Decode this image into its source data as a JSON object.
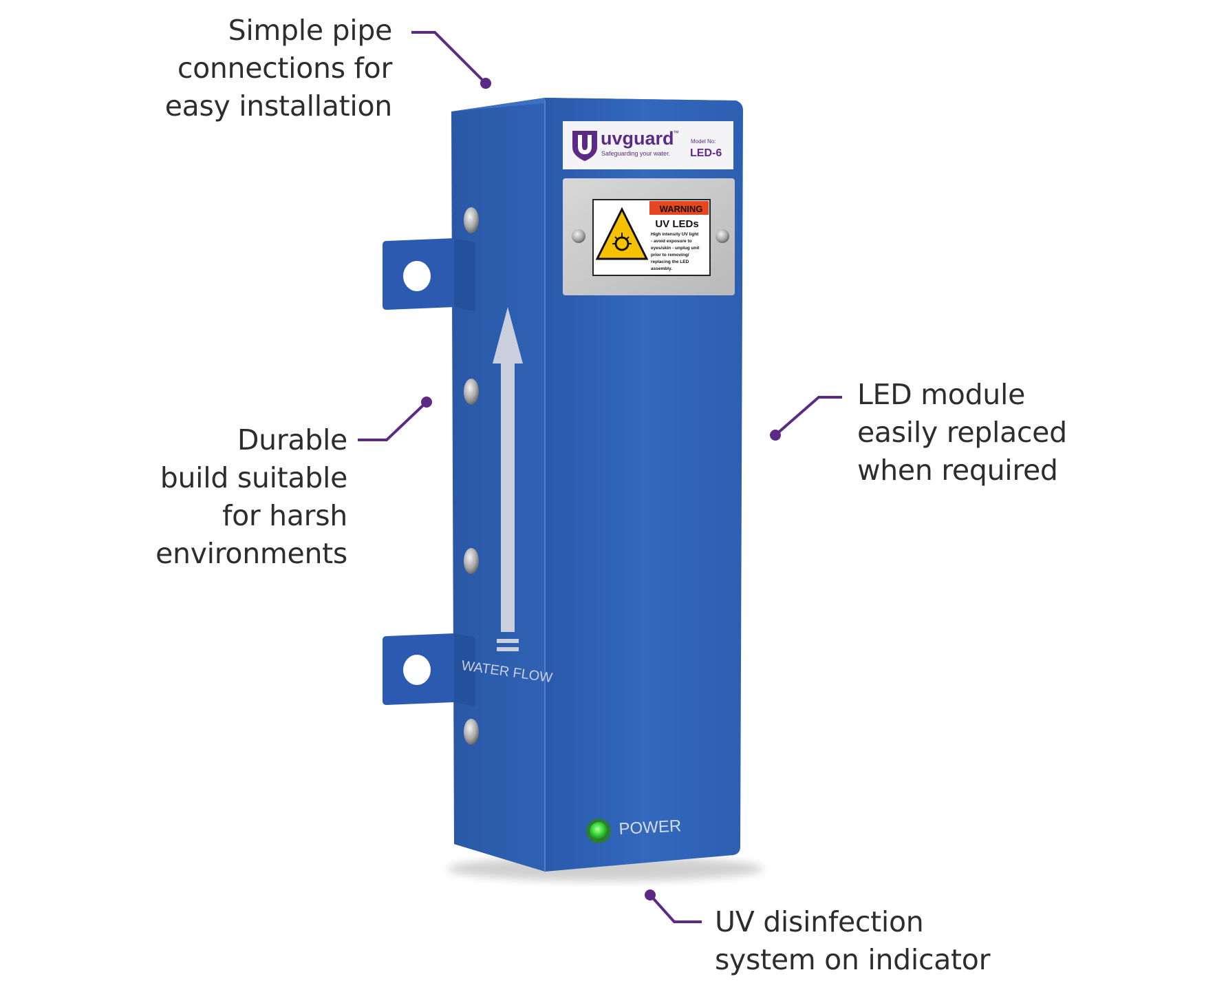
{
  "callouts": {
    "pipe": {
      "lines": [
        "Simple pipe",
        "connections for",
        "easy installation"
      ]
    },
    "durable": {
      "lines": [
        "Durable",
        "build suitable",
        "for harsh",
        "environments"
      ]
    },
    "led": {
      "lines": [
        "LED module",
        "easily replaced",
        "when required"
      ]
    },
    "power": {
      "lines": [
        "UV disinfection",
        "system on indicator"
      ]
    }
  },
  "device": {
    "brand": "uvguard",
    "brand_trademark": "™",
    "tagline": "Safeguarding your water.",
    "model_label": "Model No:",
    "model": "LED-6",
    "warning": {
      "header": "WARNING",
      "title": "UV LEDs",
      "body_lines": [
        "High intensity UV light",
        "- avoid exposure to",
        "eyes/skin - unplug unit",
        "prior to removing/",
        "replacing the LED",
        "assembly."
      ]
    },
    "flow_label": "WATER FLOW",
    "power_label": "POWER"
  },
  "colors": {
    "body_blue": "#2f63b8",
    "accent_purple": "#5b2a86",
    "led_green": "#3bdc3b",
    "warning_orange": "#e8461e",
    "warning_yellow": "#f6c200"
  },
  "icons": [
    "shield-logo-icon",
    "laser-hazard-icon",
    "mounting-hole-icon",
    "screw-icon",
    "flow-arrow-icon",
    "power-led-icon"
  ]
}
